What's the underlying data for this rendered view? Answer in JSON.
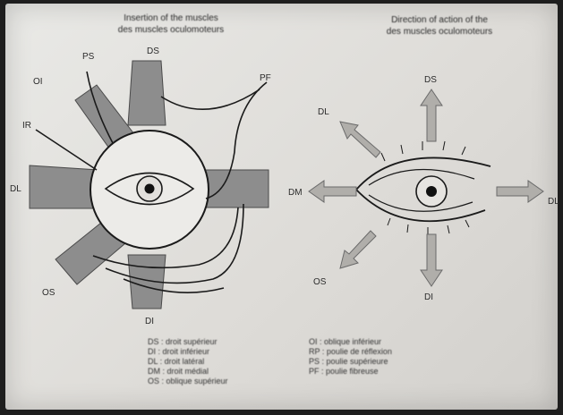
{
  "titles": {
    "left": [
      "Insertion of the muscles",
      "des muscles oculomoteurs"
    ],
    "right": [
      "Direction of action of the",
      "des muscles oculomoteurs"
    ]
  },
  "left_labels": {
    "top_center": "DS",
    "top_left": "PS",
    "upper_left": "OI",
    "left_oblique": "IR",
    "left_side": "DL",
    "lower_left": "OS",
    "bottom": "DI",
    "upper_right": "PF"
  },
  "right_labels": {
    "up": "DS",
    "up_left": "DL",
    "left": "DM",
    "down_left": "OS",
    "down": "DI",
    "right": "DL"
  },
  "legend_left": [
    "DS : droit supérieur",
    "DI : droit inférieur",
    "DL : droit latéral",
    "DM : droit médial",
    "OS : oblique supérieur"
  ],
  "legend_right": [
    "OI : oblique inférieur",
    "RP : poulie de réflexion",
    "PS : poulie supérieure",
    "PF : poulie fibreuse"
  ],
  "colors": {
    "muscle": "#8d8d8d",
    "arrow": "#b0aeaa",
    "line": "#1a1a1a"
  }
}
